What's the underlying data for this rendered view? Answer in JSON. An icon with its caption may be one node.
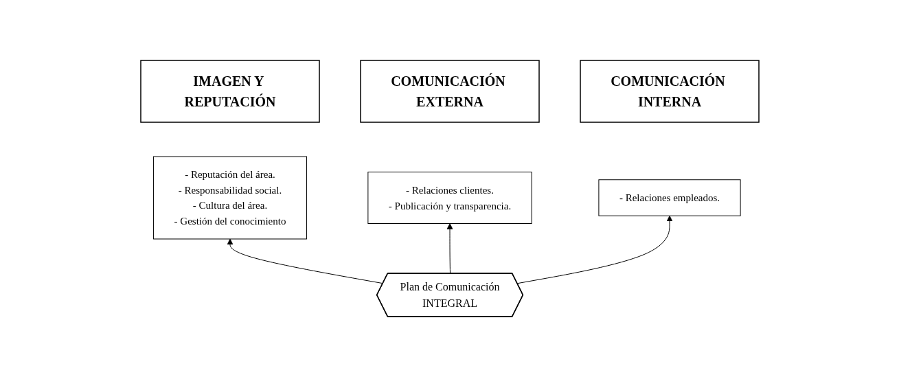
{
  "diagram": {
    "nodes": [
      {
        "text": [
          "IMAGEN Y REPUTACIÓN"
        ]
      },
      {
        "text": [
          "- Reputación del área.",
          "- Responsabilidad social.",
          "- Cultura del área.",
          "- Gestión del conocimiento"
        ]
      },
      {
        "text": [
          "COMUNICACIÓN EXTERNA"
        ]
      },
      {
        "text": [
          "- Relaciones clientes.",
          "- Publicación y transparencia."
        ]
      },
      {
        "text": [
          "Plan de Comunicación",
          "INTEGRAL"
        ]
      },
      {
        "text": [
          "COMUNICACIÓN INTERNA"
        ]
      },
      {
        "text": [
          "- Relaciones empleados."
        ]
      }
    ],
    "edges": [
      {
        "from": 4,
        "to": 1,
        "arrow": "to"
      },
      {
        "from": 4,
        "to": 3,
        "arrow": "to"
      },
      {
        "from": 4,
        "to": 6,
        "arrow": "to"
      }
    ]
  }
}
